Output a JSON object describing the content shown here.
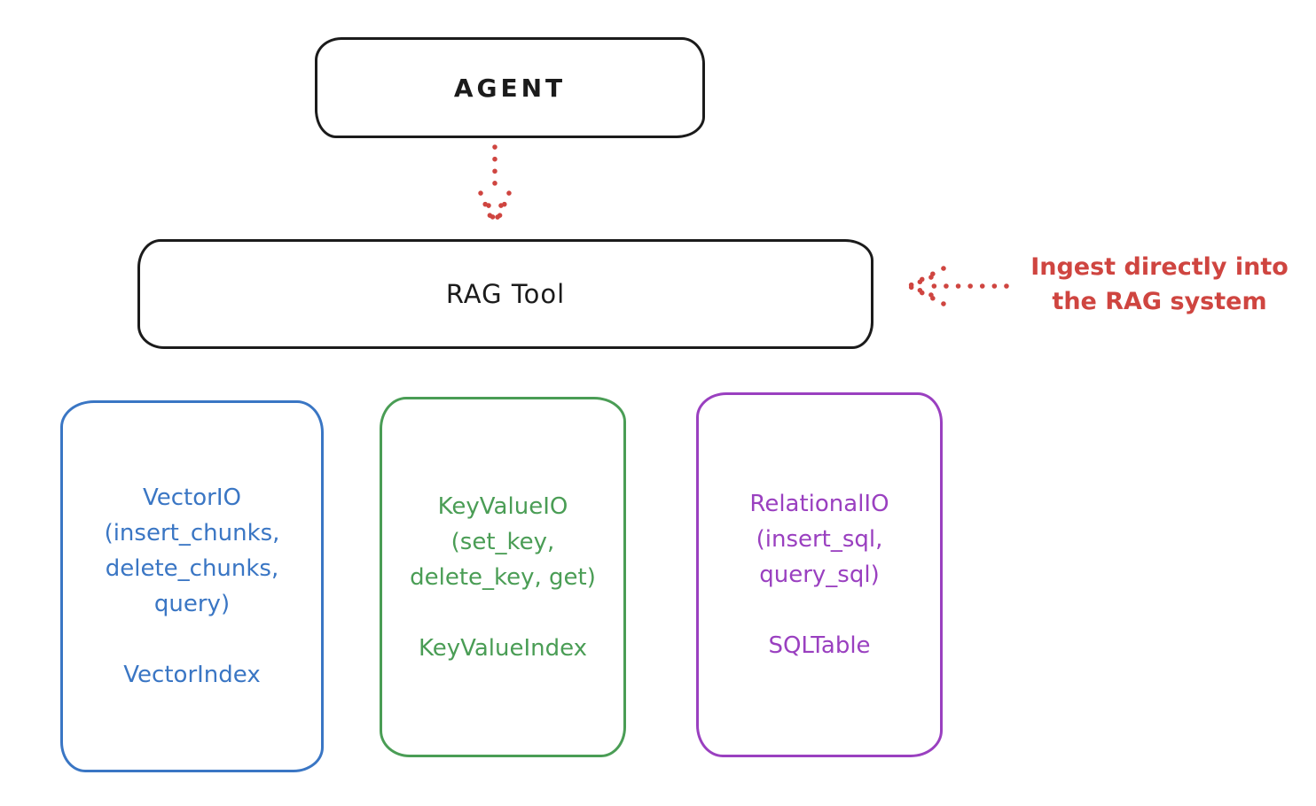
{
  "colors": {
    "ink": "#1b1b1b",
    "red": "#cf4540",
    "blue": "#3a76c4",
    "green": "#4a9d55",
    "purple": "#9a40c0"
  },
  "nodes": {
    "agent": {
      "label": "AGENT"
    },
    "rag_tool": {
      "label": "RAG Tool"
    }
  },
  "annotation": {
    "line1": "Ingest directly into",
    "line2": "the RAG system"
  },
  "arrows": {
    "agent_to_rag": "dotted-arrow-down",
    "ingest_into_rag": "dotted-arrow-left"
  },
  "io_boxes": [
    {
      "name": "vector-io",
      "lines": [
        "VectorIO",
        "(insert_chunks,",
        "delete_chunks,",
        "query)"
      ],
      "index_label": "VectorIndex",
      "color": "#3a76c4"
    },
    {
      "name": "keyvalue-io",
      "lines": [
        "KeyValueIO",
        "(set_key,",
        "delete_key, get)"
      ],
      "index_label": "KeyValueIndex",
      "color": "#4a9d55"
    },
    {
      "name": "relational-io",
      "lines": [
        "RelationalIO",
        "(insert_sql,",
        "query_sql)"
      ],
      "index_label": "SQLTable",
      "color": "#9a40c0"
    }
  ]
}
